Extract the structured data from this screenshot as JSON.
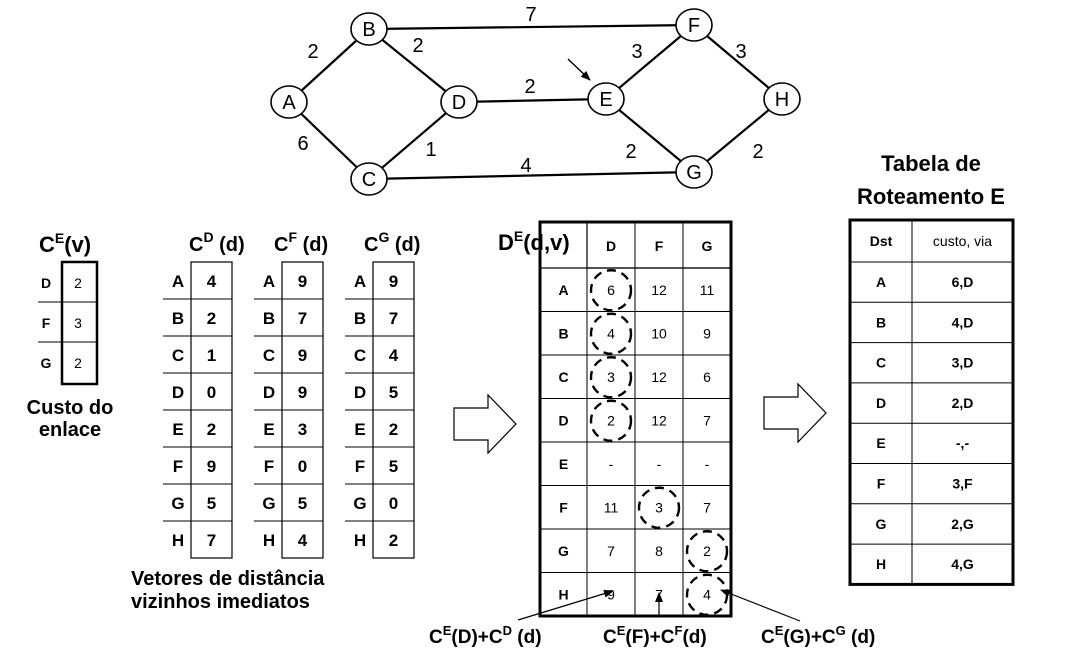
{
  "graph": {
    "nodes": [
      "A",
      "B",
      "C",
      "D",
      "E",
      "F",
      "G",
      "H"
    ],
    "edges": [
      {
        "from": "A",
        "to": "B",
        "cost": "2"
      },
      {
        "from": "A",
        "to": "C",
        "cost": "6"
      },
      {
        "from": "B",
        "to": "D",
        "cost": "2"
      },
      {
        "from": "B",
        "to": "F",
        "cost": "7"
      },
      {
        "from": "C",
        "to": "D",
        "cost": "1"
      },
      {
        "from": "C",
        "to": "G",
        "cost": "4"
      },
      {
        "from": "D",
        "to": "E",
        "cost": "2"
      },
      {
        "from": "E",
        "to": "F",
        "cost": "3"
      },
      {
        "from": "E",
        "to": "G",
        "cost": "2"
      },
      {
        "from": "F",
        "to": "H",
        "cost": "3"
      },
      {
        "from": "G",
        "to": "H",
        "cost": "2"
      }
    ]
  },
  "link_cost": {
    "title_base": "C",
    "title_sup": "E",
    "title_tail": "(v)",
    "rows": [
      {
        "label": "D",
        "value": "2"
      },
      {
        "label": "F",
        "value": "3"
      },
      {
        "label": "G",
        "value": "2"
      }
    ],
    "caption_line1": "Custo do",
    "caption_line2": "enlace"
  },
  "vectors": {
    "headers": [
      {
        "base": "C",
        "sup": "D",
        "tail": " (d)"
      },
      {
        "base": "C",
        "sup": "F",
        "tail": " (d)"
      },
      {
        "base": "C",
        "sup": "G",
        "tail": " (d)"
      }
    ],
    "letters": [
      "A",
      "B",
      "C",
      "D",
      "E",
      "F",
      "G",
      "H"
    ],
    "columns": [
      [
        "4",
        "2",
        "1",
        "0",
        "2",
        "9",
        "5",
        "7"
      ],
      [
        "9",
        "7",
        "9",
        "9",
        "3",
        "0",
        "5",
        "4"
      ],
      [
        "9",
        "7",
        "4",
        "5",
        "2",
        "5",
        "0",
        "2"
      ]
    ],
    "caption_line1": "Vetores de distância",
    "caption_line2": "vizinhos imediatos"
  },
  "distance_table": {
    "title_base": "D",
    "title_sup": "E",
    "title_tail": "(d,v)",
    "col_headers": [
      "D",
      "F",
      "G"
    ],
    "row_labels": [
      "A",
      "B",
      "C",
      "D",
      "E",
      "F",
      "G",
      "H"
    ],
    "cells": [
      [
        "6",
        "12",
        "11"
      ],
      [
        "4",
        "10",
        "9"
      ],
      [
        "3",
        "12",
        "6"
      ],
      [
        "2",
        "12",
        "7"
      ],
      [
        "-",
        "-",
        "-"
      ],
      [
        "11",
        "3",
        "7"
      ],
      [
        "7",
        "8",
        "2"
      ],
      [
        "9",
        "7",
        "4"
      ]
    ],
    "circled": [
      [
        0,
        0
      ],
      [
        1,
        0
      ],
      [
        2,
        0
      ],
      [
        3,
        0
      ],
      [
        5,
        1
      ],
      [
        6,
        2
      ],
      [
        7,
        2
      ]
    ]
  },
  "formulas": [
    {
      "p1": "C",
      "s1": "E",
      "p2": "(D)+C",
      "s2": "D",
      "p3": " (d)"
    },
    {
      "p1": "C",
      "s1": "E",
      "p2": "(F)+C",
      "s2": "F",
      "p3": "(d)"
    },
    {
      "p1": "C",
      "s1": "E",
      "p2": "(G)+C",
      "s2": "G",
      "p3": " (d)"
    }
  ],
  "routing_table": {
    "title_line1": "Tabela de",
    "title_line2": "Roteamento E",
    "header_dst": "Dst",
    "header_cost": "custo, via",
    "rows": [
      {
        "dst": "A",
        "entry": "6,D"
      },
      {
        "dst": "B",
        "entry": "4,D"
      },
      {
        "dst": "C",
        "entry": "3,D"
      },
      {
        "dst": "D",
        "entry": "2,D"
      },
      {
        "dst": "E",
        "entry": "-,-"
      },
      {
        "dst": "F",
        "entry": "3,F"
      },
      {
        "dst": "G",
        "entry": "2,G"
      },
      {
        "dst": "H",
        "entry": "4,G"
      }
    ]
  }
}
